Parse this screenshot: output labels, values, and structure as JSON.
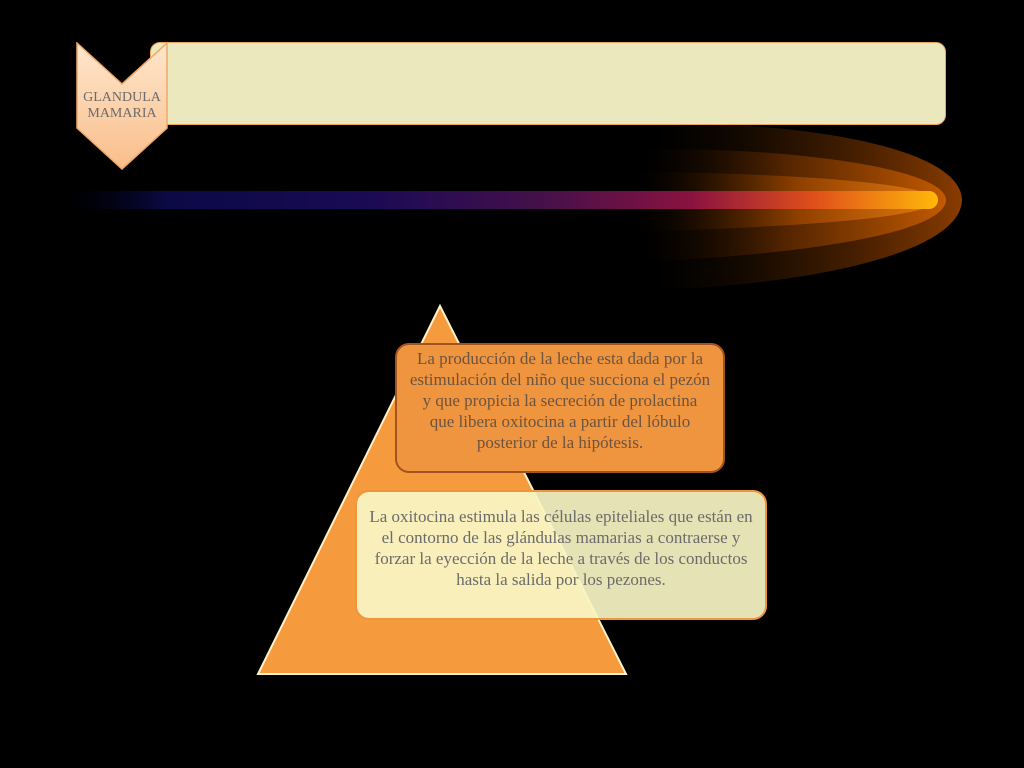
{
  "header": {
    "chevron_label": "GLANDULA MAMARIA"
  },
  "pyramid": {
    "top_text": "La producción de la leche esta dada por la estimulación del niño que succiona el pezón y que propicia la secreción de prolactina que libera oxitocina a partir del lóbulo posterior de la hipótesis.",
    "bottom_text": "La oxitocina estimula las células epiteliales que están en el contorno de las glándulas mamarias a contraerse y forzar la eyección de la leche a través de los conductos hasta la salida por los pezones."
  },
  "colors": {
    "background": "#000000",
    "header_fill": "#ECE8BE",
    "accent_orange": "#F0953F",
    "comet_core": "#F7B30A"
  }
}
